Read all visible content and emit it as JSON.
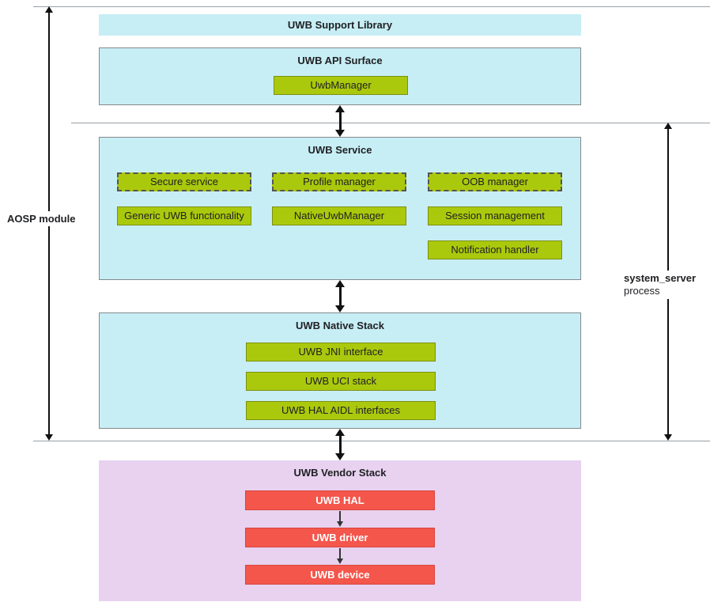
{
  "colors": {
    "cyan": "#c7eef5",
    "cyan_border": "#85898c",
    "green": "#abc90c",
    "green_border": "#7d8f12",
    "dash": "#555555",
    "red": "#f4564c",
    "red_border": "#d8453c",
    "purple": "#e8d2f0",
    "line": "#9aa0a6"
  },
  "side": {
    "aosp_module": "AOSP module",
    "system_server": "system_server",
    "process": "process"
  },
  "support_library": {
    "title": "UWB Support Library"
  },
  "api_surface": {
    "title": "UWB API Surface",
    "uwb_manager": "UwbManager"
  },
  "service": {
    "title": "UWB Service",
    "dashed": [
      "Secure service",
      "Profile manager",
      "OOB manager"
    ],
    "solid": [
      "Generic UWB functionality",
      "NativeUwbManager",
      "Session management"
    ],
    "notification": "Notification handler"
  },
  "native_stack": {
    "title": "UWB Native Stack",
    "items": [
      "UWB JNI interface",
      "UWB UCI stack",
      "UWB HAL AIDL interfaces"
    ]
  },
  "vendor_stack": {
    "title": "UWB Vendor Stack",
    "items": [
      "UWB HAL",
      "UWB driver",
      "UWB device"
    ]
  }
}
